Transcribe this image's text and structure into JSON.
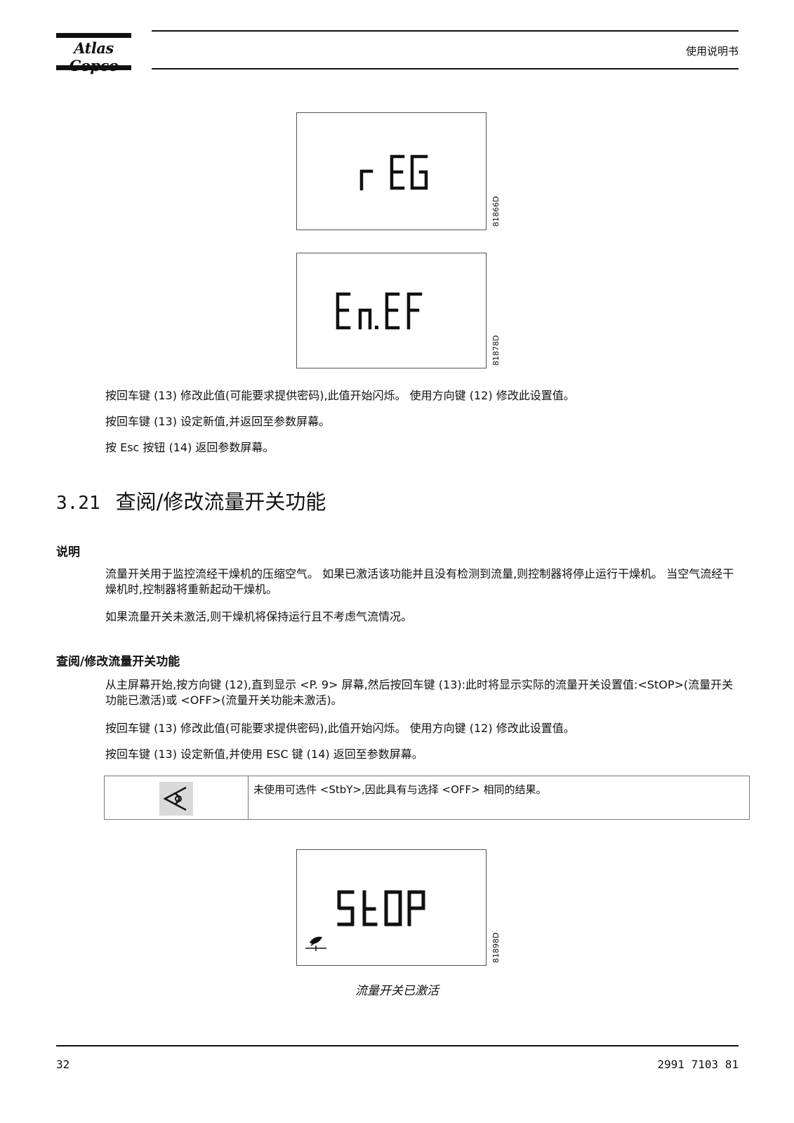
{
  "header": {
    "logo": "Atlas Copco",
    "title": "使用说明书"
  },
  "figures": [
    {
      "display": "rEG",
      "code": "81866D"
    },
    {
      "display": "En.EF",
      "code": "81878D"
    },
    {
      "display": "StOP",
      "code": "81898D",
      "icon": "flow-switch-icon"
    }
  ],
  "intro": [
    "按回车键 (13) 修改此值(可能要求提供密码),此值开始闪烁。 使用方向键 (12) 修改此设置值。",
    "按回车键 (13) 设定新值,并返回至参数屏幕。",
    "按 Esc 按钮 (14) 返回参数屏幕。"
  ],
  "section": {
    "number": "3.21",
    "title": "查阅/修改流量开关功能"
  },
  "description": {
    "heading": "说明",
    "paragraphs": [
      "流量开关用于监控流经干燥机的压缩空气。 如果已激活该功能并且没有检测到流量,则控制器将停止运行干燥机。 当空气流经干燥机时,控制器将重新起动干燥机。",
      "如果流量开关未激活,则干燥机将保持运行且不考虑气流情况。"
    ]
  },
  "procedure": {
    "heading": "查阅/修改流量开关功能",
    "paragraphs": [
      "从主屏幕开始,按方向键 (12),直到显示 <P. 9> 屏幕,然后按回车键 (13):此时将显示实际的流量开关设置值:<StOP>(流量开关功能已激活)或 <OFF>(流量开关功能未激活)。",
      "按回车键 (13) 修改此值(可能要求提供密码),此值开始闪烁。 使用方向键 (12) 修改此设置值。",
      "按回车键 (13) 设定新值,并使用 ESC 键 (14) 返回至参数屏幕。"
    ]
  },
  "note": {
    "icon": "eye-icon",
    "text": "未使用可选件 <StbY>,因此具有与选择 <OFF> 相同的结果。"
  },
  "caption": "流量开关已激活",
  "footer": {
    "page": "32",
    "docnum": "2991 7103 81"
  }
}
